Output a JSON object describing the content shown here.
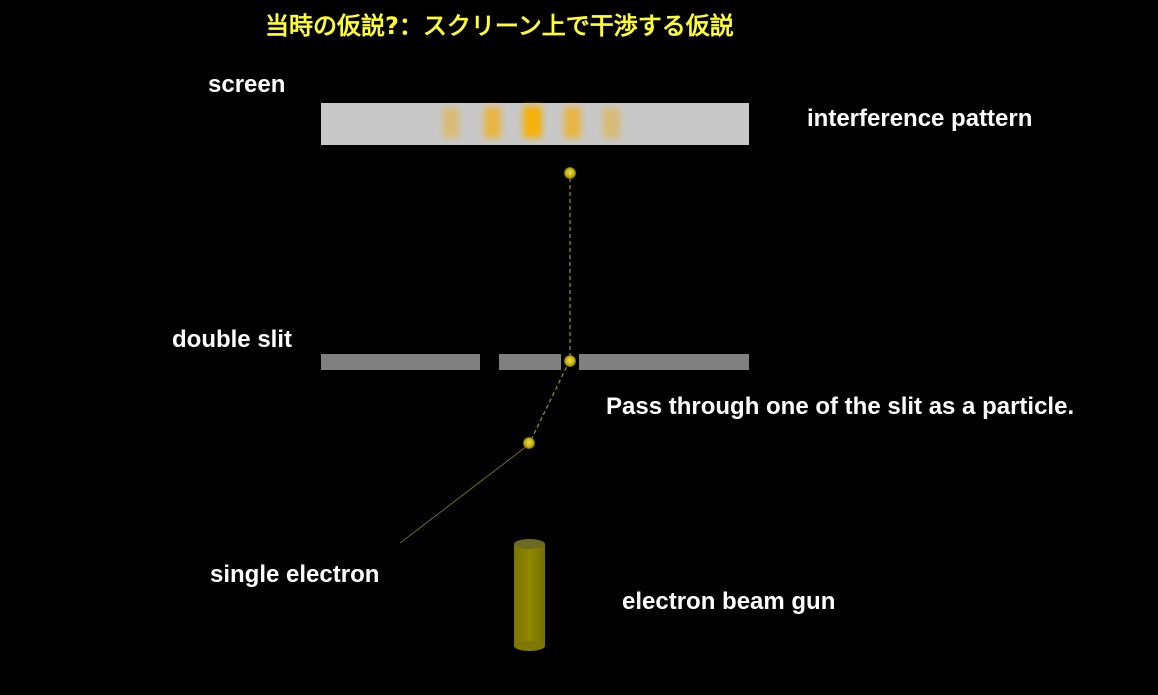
{
  "title": "当時の仮説?：スクリーン上で干渉する仮説",
  "labels": {
    "screen": "screen",
    "interference_pattern": "interference pattern",
    "double_slit": "double slit",
    "pass_through": "Pass through one of the slit as a particle.",
    "single_electron": "single electron",
    "electron_beam_gun": "electron beam gun"
  },
  "colors": {
    "background": "#000000",
    "title": "#ffff33",
    "text": "#ffffff",
    "screen_bar": "#c8c8c8",
    "slit_bar": "#808080",
    "fringe": "#f2b200",
    "electron": "#c8b400",
    "path": "#8c8c1e",
    "gun_body": "#8a8200",
    "gun_top": "#6e6a20"
  },
  "icons": {
    "electron": "electron-dot",
    "gun": "electron-gun-cylinder"
  }
}
